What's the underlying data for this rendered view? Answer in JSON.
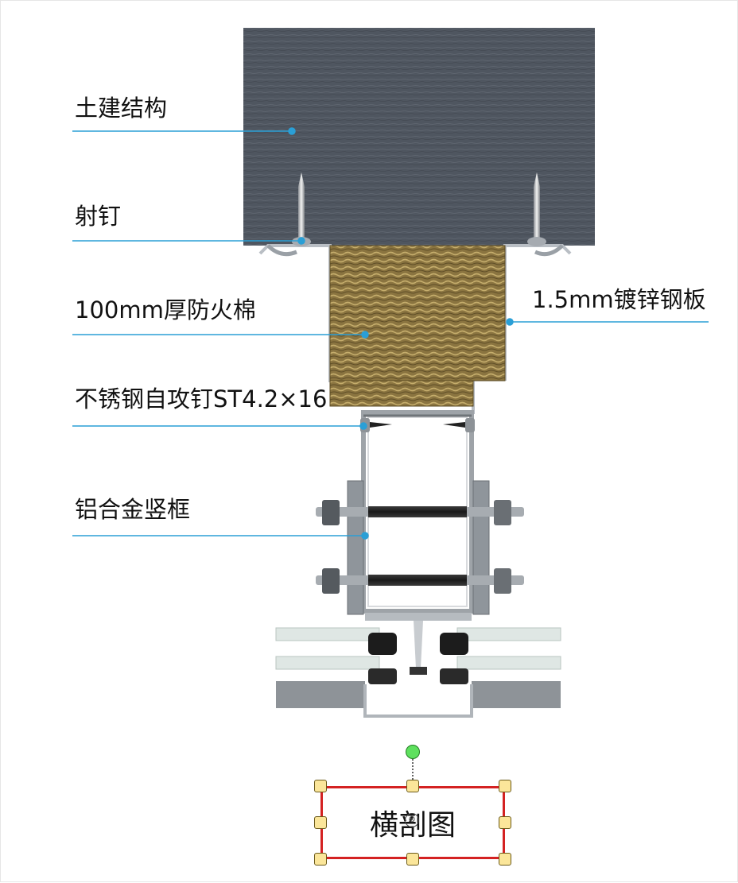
{
  "labels": {
    "civil_structure": "土建结构",
    "shot_nail": "射钉",
    "fire_wool": "100mm厚防火棉",
    "galvanized_plate": "1.5mm镀锌钢板",
    "tapping_screw": "不锈钢自攻钉ST4.2×16",
    "mullion": "铝合金竖框"
  },
  "caption": "横剖图",
  "colors": {
    "concrete": "#4f5660",
    "insulation": "#8f7a45",
    "leader": "#2a9fd6",
    "glass": "#dfe7e4",
    "aluminum": "#c9ccd0",
    "caption_border": "#d42222"
  }
}
